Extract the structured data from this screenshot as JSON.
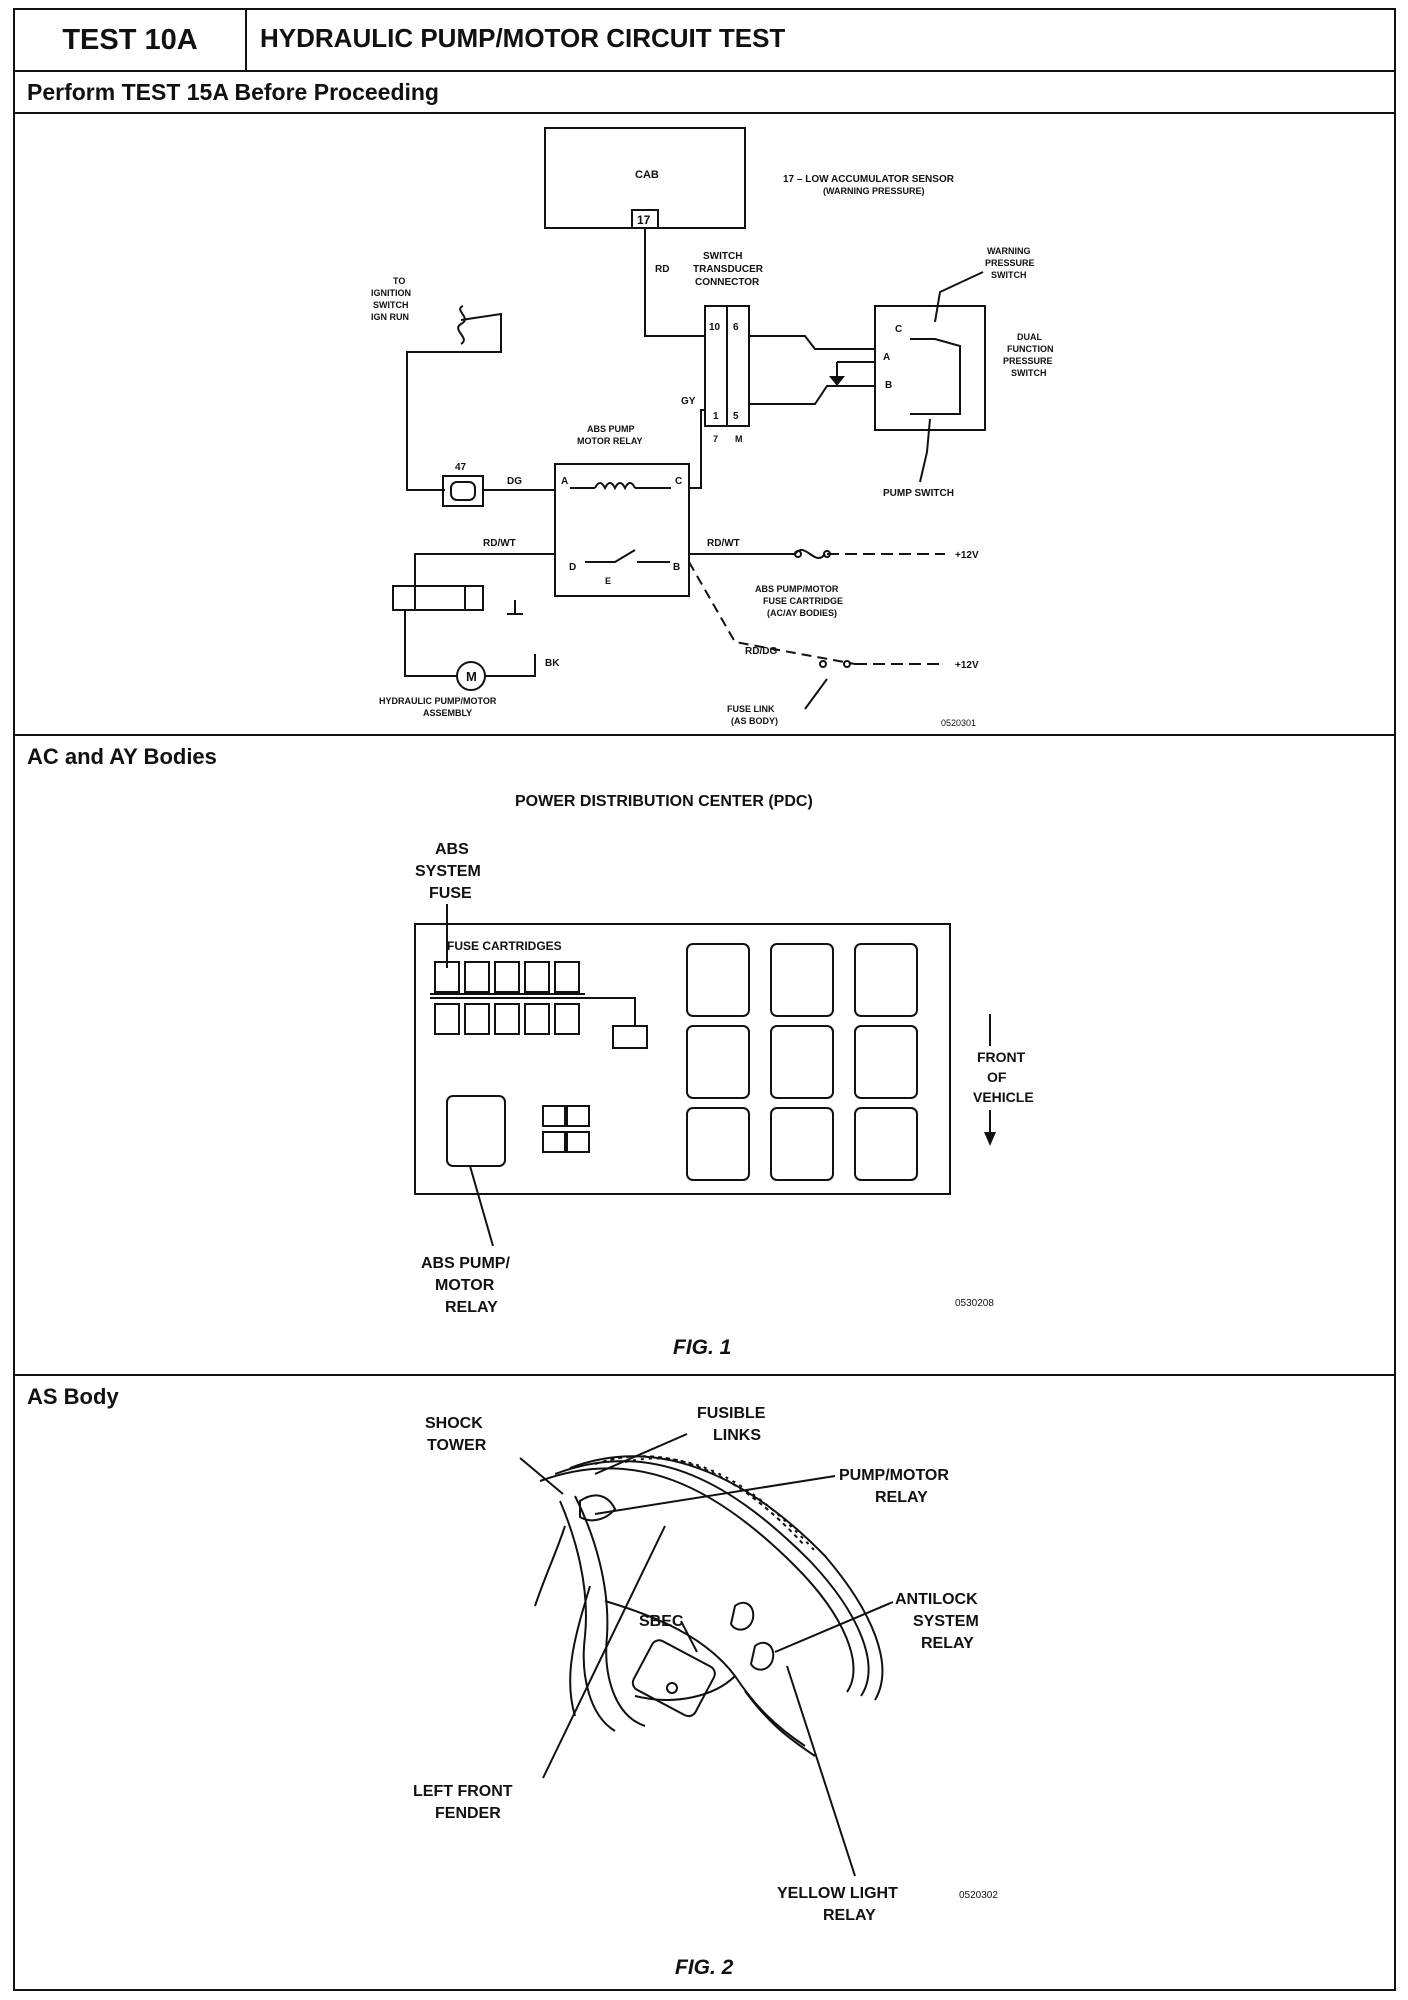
{
  "header": {
    "test_id": "TEST 10A",
    "title": "HYDRAULIC PUMP/MOTOR CIRCUIT TEST"
  },
  "subheader": "Perform TEST 15A Before Proceeding",
  "schematic": {
    "cab": "CAB",
    "pin17": "17",
    "sensor_note": "17 – LOW ACCUMULATOR SENSOR",
    "sensor_note2": "(WARNING PRESSURE)",
    "ignition": [
      "TO",
      "IGNITION",
      "SWITCH",
      "IGN RUN"
    ],
    "wire_rd": "RD",
    "connector": [
      "SWITCH",
      "TRANSDUCER",
      "CONNECTOR"
    ],
    "conn_pins": [
      "10",
      "6",
      "1",
      "5"
    ],
    "conn_bottom": [
      "7",
      "M"
    ],
    "warning_switch": [
      "WARNING",
      "PRESSURE",
      "SWITCH"
    ],
    "dual_switch": [
      "DUAL",
      "FUNCTION",
      "PRESSURE",
      "SWITCH"
    ],
    "switch_pins": [
      "C",
      "A",
      "B"
    ],
    "wire_gy": "GY",
    "relay_label": [
      "ABS PUMP",
      "MOTOR RELAY"
    ],
    "relay_pins": [
      "A",
      "C",
      "D",
      "E",
      "B"
    ],
    "fuse47": "47",
    "wire_dg": "DG",
    "pump_switch": "PUMP SWITCH",
    "wire_rdwt": "RD/WT",
    "plus12v": "+12V",
    "fuse_cart": [
      "ABS PUMP/MOTOR",
      "FUSE CARTRIDGE",
      "(AC/AY BODIES)"
    ],
    "wire_rddg": "RD/DG",
    "wire_bk": "BK",
    "motor": "M",
    "pump_assembly": [
      "HYDRAULIC PUMP/MOTOR",
      "ASSEMBLY"
    ],
    "fuse_link": [
      "FUSE LINK",
      "(AS BODY)"
    ],
    "code": "0520301"
  },
  "section_ac": {
    "title": "AC and AY Bodies",
    "pdc_title": "POWER DISTRIBUTION CENTER (PDC)",
    "abs_fuse": [
      "ABS",
      "SYSTEM",
      "FUSE"
    ],
    "fuse_cartridges": "FUSE CARTRIDGES",
    "front": [
      "FRONT",
      "OF",
      "VEHICLE"
    ],
    "relay": [
      "ABS PUMP/",
      "MOTOR",
      "RELAY"
    ],
    "code": "0530208",
    "fig": "FIG. 1"
  },
  "section_as": {
    "title": "AS Body",
    "shock_tower": [
      "SHOCK",
      "TOWER"
    ],
    "fusible_links": [
      "FUSIBLE",
      "LINKS"
    ],
    "pump_relay": [
      "PUMP/MOTOR",
      "RELAY"
    ],
    "antilock": [
      "ANTILOCK",
      "SYSTEM",
      "RELAY"
    ],
    "sbec": "SBEC",
    "left_fender": [
      "LEFT FRONT",
      "FENDER"
    ],
    "yellow": [
      "YELLOW LIGHT",
      "RELAY"
    ],
    "code": "0520302",
    "fig": "FIG. 2"
  }
}
